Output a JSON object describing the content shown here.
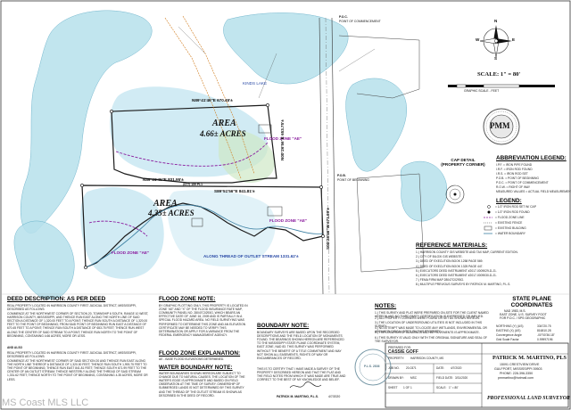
{
  "colors": {
    "water": "#b7e1ec",
    "flood_zone": "#c9e8f2",
    "wetland_green": "#cfe8c6",
    "boundary": "#1a1a1a",
    "flood_line_purple": "#8a1c9e",
    "text_blue": "#2a4aa6",
    "red_text": "#c02020"
  },
  "map": {
    "area4": {
      "label": "AREA",
      "acres": "4.66± ACRES"
    },
    "area435": {
      "label": "AREA",
      "acres": "4.35± ACRES"
    },
    "kinds_lake": "KINDS LAKE",
    "flood_zone_label": "FLOOD ZONE \"AE\"",
    "flood_zone_label_2": "FLOOD ZONE \"AE\"",
    "flood_zone_label_3": "FLOOD ZONE \"AE\"",
    "along_thread": "ALONG THREAD OF OUTLET STREAM 1331.62'±",
    "bearing_top": "N89°41'46\"E 670.45'±",
    "bearing_mid": "N89°41'46\"E 831.95'±",
    "bearing_mid2": "S89°51'56\"E 841.81'±",
    "bearing_right": "N00°26'56\"E 653.75'±",
    "bearing_right2": "S00°26'56\"W 671.99'±",
    "boundary_curve": "(S77) 159 PL1",
    "note_small_1": "POINT OF BEGINNING",
    "note_small_2": "POINT OF COMMENCEMENT",
    "pob": "P.O.B.",
    "poc": "P.O.C."
  },
  "north_arrow": {
    "n": "N",
    "e": "E",
    "s": "S",
    "w": "W",
    "scale": "SCALE: 1\" = 80'",
    "graphic_scale": "GRAPHIC SCALE - FEET"
  },
  "logo": {
    "text": "PMM"
  },
  "cap_legend": {
    "title": "CAP DETAIL (PROPERTY CORNER)"
  },
  "abbreviation_legend": {
    "title": "ABBREVIATION LEGEND:",
    "items": [
      "I.P.F. = IRON PIPE FOUND",
      "I.R.F. = IRON ROD FOUND",
      "I.R.S. = IRON ROD SET",
      "P.O.B. = POINT OF BEGINNING",
      "P.O.C. = POINT OF COMMENCEMENT",
      "R.O.W. = RIGHT OF WAY",
      "MEASURED VALUES = ACTUAL FIELD MEASUREMENTS"
    ]
  },
  "legend": {
    "title": "LEGEND:",
    "items": [
      "= 1/2\" IRON ROD SET W/ CAP",
      "= 1/2\" IRON ROD FOUND",
      "= FLOOD ZONE LINE",
      "= EXISTING FENCE",
      "= EXISTING BUILDING",
      "= WATER BOUNDARY"
    ]
  },
  "reference": {
    "title": "REFERENCE MATERIALS:",
    "items": [
      "1.) HARRISON COUNTY GIS WEBSITE AND TAX MAP, CURRENT EDITION.",
      "2.) CITY OF BILOXI GIS WEBSITE.",
      "3.) DEED OF EXECUTION BOOK 1258 PAGE 569.",
      "4.) DEED OF EXECUTION BOOK 1325 PAGE 447.",
      "5.) EXECUTORS DEED INSTRUMENT #2017-0009029-D-J1.",
      "6.) EXECUTORS DEED INSTRUMENT #2017-0009030-D-J1.",
      "7.) FEMA FIRM MAP 28047C0293G.",
      "8.) MULTIPLE PREVIOUS SURVEYS BY PATRICK M. MARTINO, P.L.S."
    ]
  },
  "state_plane": {
    "title": "STATE PLANE COORDINATES",
    "sub1": "NAD 1983, M.S.",
    "sub2": "EAST ZONE, U.S. SURVEY FOOT",
    "sub3": "FOR P.O.C. / SPS GEOGRAPHIC",
    "rows": [
      {
        "label": "NORTHING (Y) (US)",
        "value": "334720.75"
      },
      {
        "label": "EASTING (X) (US)",
        "value": "816810.28"
      },
      {
        "label": "Convergence Angle",
        "value": "-00°00'36.18\""
      },
      {
        "label": "Grid Scale Factor",
        "value": "0.99997196"
      }
    ]
  },
  "deed": {
    "title": "DEED DESCRIPTION: AS PER DEED",
    "para1": "REAL PROPERTY LOCATED IN HARRISON COUNTY FIRST JUDICIAL DISTRICT, MISSISSIPPI, DESCRIBED AS FOLLOWS:",
    "para2": "COMMENCE AT THE NORTHWEST CORNER OF SECTION 20, TOWNSHIP 6 SOUTH, RANGE 10 WEST, HARRISON COUNTY, MISSISSIPPI, AND THENCE RUN EAST ALONG THE NORTH LINE OF SAID SECTION A DISTANCE OF 1,320.00 FEET TO A POINT; THENCE RUN SOUTH A DISTANCE OF 1,320.00 FEET TO THE POINT OF BEGINNING; FROM SAID POINT OF BEGINNING RUN EAST A DISTANCE OF 670.45 FEET TO A POINT; THENCE RUN SOUTH A DISTANCE OF 653.75 FEET; THENCE RUN WEST ALONG THE CENTER OF SAID STREAM TO A POINT; THENCE RUN NORTH TO THE POINT OF BEGINNING, CONTAINING 4.66 ACRES, MORE OR LESS.",
    "para3": "AND ALSO",
    "para4": "REAL PROPERTY LOCATED IN HARRISON COUNTY FIRST JUDICIAL DISTRICT, MISSISSIPPI, DESCRIBED AS FOLLOWS:",
    "para5": "COMMENCE AT THE NORTHWEST CORNER OF SAID SECTION 20 AND THENCE RUN EAST ALONG THE NORTH LINE THEREOF A DISTANCE OF 1,320.00 FEET; THENCE RUN SOUTH 1,993.75 FEET TO THE POINT OF BEGINNING; THENCE RUN EAST 841.81 FEET; THENCE SOUTH 671.99 FEET TO THE CENTER OF AN OUTLET STREAM; THENCE WESTERLY ALONG THE THREAD OF SAID STREAM 1,331.62 FEET; THENCE NORTH TO THE POINT OF BEGINNING, CONTAINING 4.35 ACRES, MORE OR LESS."
  },
  "flood_zone": {
    "title": "FLOOD ZONE NOTE:",
    "text": "BY GRAPHIC PLOTTING ONLY, THIS PROPERTY IS LOCATED IN ZONE \"AE\" AND \"X\" OF THE FLOOD INSURANCE RATE MAP, COMMUNITY PANEL NO. 28047C0293G, WHICH BEARS AN EFFECTIVE DATE OF JUNE 16, 2009 AND IS PARTIALLY IN A SPECIAL FLOOD HAZARD AREA. NO FIELD SURVEYING WAS PERFORMED TO DETERMINE THIS ZONE AND AN ELEVATION CERTIFICATE MAY BE NEEDED TO VERIFY THIS DETERMINATION OR APPLY FOR A VARIANCE FROM THE FEDERAL EMERGENCY MANAGEMENT AGENCY."
  },
  "flood_zone_expl": {
    "title": "FLOOD ZONE EXPLANATION:",
    "text": "AE - BASE FLOOD ELEVATIONS DETERMINED."
  },
  "water_boundary": {
    "title": "WATER BOUNDARY NOTE:",
    "text": "WATER BOUNDARIES SHOWN HEREON ARE SUBJECT TO CHANGE DUE TO NATURAL CAUSES. THE LOCATION OF THE WATER'S EDGE IS APPROXIMATE AND BASED ON FIELD OBSERVATION AT THE TIME OF SURVEY. OWNERSHIP OF SUBMERGED LANDS IS NOT DETERMINED BY THIS SURVEY AND THE THREAD OF THE OUTLET STREAM IS SHOWN AS DESCRIBED IN THE DEED OF RECORD."
  },
  "boundary_note": {
    "title": "BOUNDARY NOTE:",
    "text": "BOUNDARY SURVEYS ARE BASED UPON THE RECORDED DESCRIPTIONS AND THE FIELD LOCATION OF MONUMENTS FOUND. THE BEARINGS SHOWN HEREON ARE REFERENCED TO THE MISSISSIPPI STATE PLANE COORDINATE SYSTEM, EAST ZONE, NAD 83. THIS SURVEY WAS PERFORMED WITHOUT THE BENEFIT OF A TITLE COMMITMENT AND MAY NOT SHOW ALL EASEMENTS, RIGHTS OF WAY OR ENCUMBRANCES OF RECORD."
  },
  "certification": {
    "text": "THIS IS TO CERTIFY THAT I HAVE MADE A SURVEY OF THE PROPERTY DESCRIBED HEREON AND THAT THE PLAT AND THE FIELD NOTES FROM WHICH IT WAS MADE ARE TRUE AND CORRECT TO THE BEST OF MY KNOWLEDGE AND BELIEF.",
    "signer": "PATRICK M. MARTINO, P.L.S.",
    "date": "4/7/2020",
    "seal_text": "P.L.S. 2836"
  },
  "notes": {
    "title": "NOTES:",
    "items": [
      "1.) THIS SURVEY AND PLAT WERE PREPARED ON-SITE FOR THE CLIENT NAMED HEREON AND NO THIRD PARTY CERTIFICATION IS EXPRESSED OR IMPLIED.",
      "2.) ALL PROPERTY CORNERS WERE FOUND OR SET AS SHOWN HEREON.",
      "3.) THE LOCATION OF UNDERGROUND UTILITIES IS NOT INCLUDED IN THIS SURVEY.",
      "4.) NO ATTEMPT WAS MADE TO LOCATE ANY WETLANDS, ENVIRONMENTAL OR ARCHAEOLOGICAL SITES ON THIS PROPERTY.",
      "5.) THE LOCATION OF BUILDINGS AND IMPROVEMENTS IS APPROXIMATE.",
      "6.) THIS SURVEY IS VALID ONLY WITH THE ORIGINAL SIGNATURE AND SEAL OF THE SURVEYOR."
    ]
  },
  "title_block": {
    "client_label": "PREPARED FOR:",
    "client": "CASSIE GOFF",
    "desc_label": "PROPERTY:",
    "desc": "HARRISON COUNTY, MS",
    "job_label": "JOB NO.",
    "job": "20-0371",
    "date_label": "DATE:",
    "date": "4/7/2020",
    "drawn_label": "DRAWN BY:",
    "drawn": "MSC",
    "field_label": "FIELD DATE:",
    "field": "3/31/2020",
    "sheet_label": "SHEET",
    "sheet": "1 OF 1",
    "scale_label": "SCALE:",
    "scale": "1\" = 80'"
  },
  "firm": {
    "name": "PATRICK M. MARTINO, PLS",
    "address": "15091 CRESTVIEW DRIVE",
    "city": "GULFPORT, MISSISSIPPI 39503",
    "phone": "PHONE: 228-396-3350",
    "email": "pmmartino@hotmail.com",
    "tagline": "PROFESSIONAL LAND SURVEYOR"
  },
  "watermark": "MS Coast MLS LLC"
}
